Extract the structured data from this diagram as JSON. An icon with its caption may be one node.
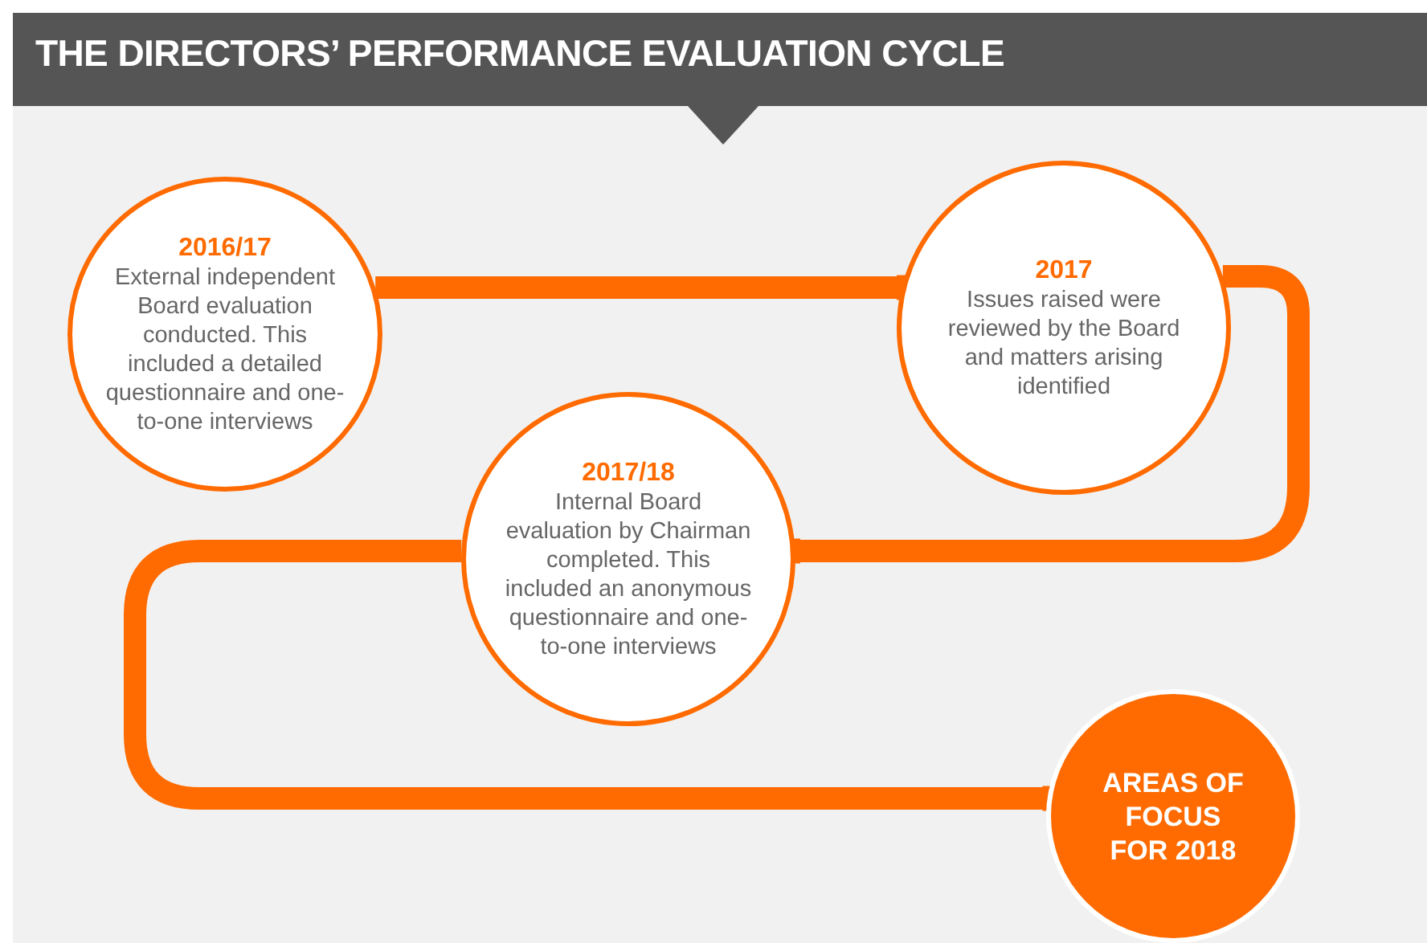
{
  "diagram": {
    "title": "THE DIRECTORS’ PERFORMANCE EVALUATION CYCLE",
    "nodes": [
      {
        "text": [
          "2016/17",
          "External independent Board evaluation conducted. This included a detailed questionnaire and one-to-one interviews"
        ]
      },
      {
        "text": [
          "2017",
          "Issues raised were reviewed by the Board and matters arising identified"
        ]
      },
      {
        "text": [
          "2017/18",
          "Internal Board evaluation by Chairman completed. This included an anonymous questionnaire and one-to-one interviews"
        ]
      },
      {
        "text": [
          "AREAS OF FOCUS FOR 2018"
        ]
      }
    ],
    "edges": [
      {
        "from": 0,
        "to": 1,
        "arrow": "to"
      },
      {
        "from": 1,
        "to": 2,
        "arrow": "to"
      },
      {
        "from": 2,
        "to": 3,
        "arrow": "to"
      }
    ]
  }
}
